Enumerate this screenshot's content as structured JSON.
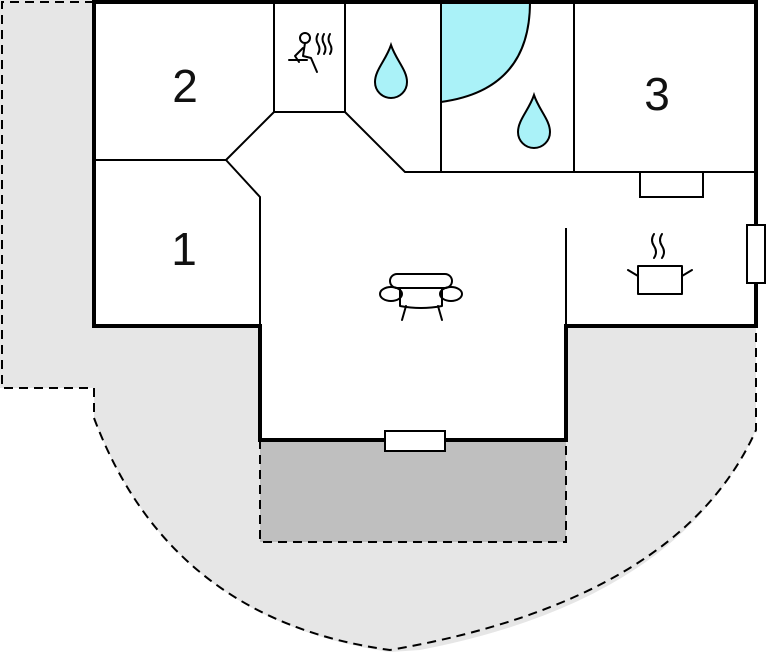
{
  "rooms": [
    {
      "id": "bedroom-2",
      "label": "2"
    },
    {
      "id": "bedroom-1",
      "label": "1"
    },
    {
      "id": "bedroom-3",
      "label": "3"
    }
  ],
  "icons": {
    "sauna": "sauna-icon",
    "shower_left": "water-drop-icon",
    "shower_right": "water-drop-icon",
    "sofa": "sofa-icon",
    "cooking": "cooking-pot-icon"
  },
  "colors": {
    "wall": "#000000",
    "outdoor_area": "#e6e6e6",
    "terrace": "#bfbfbf",
    "pool": "#aaf2f8",
    "water_drop": "#aaf2f8",
    "floor": "#ffffff"
  }
}
